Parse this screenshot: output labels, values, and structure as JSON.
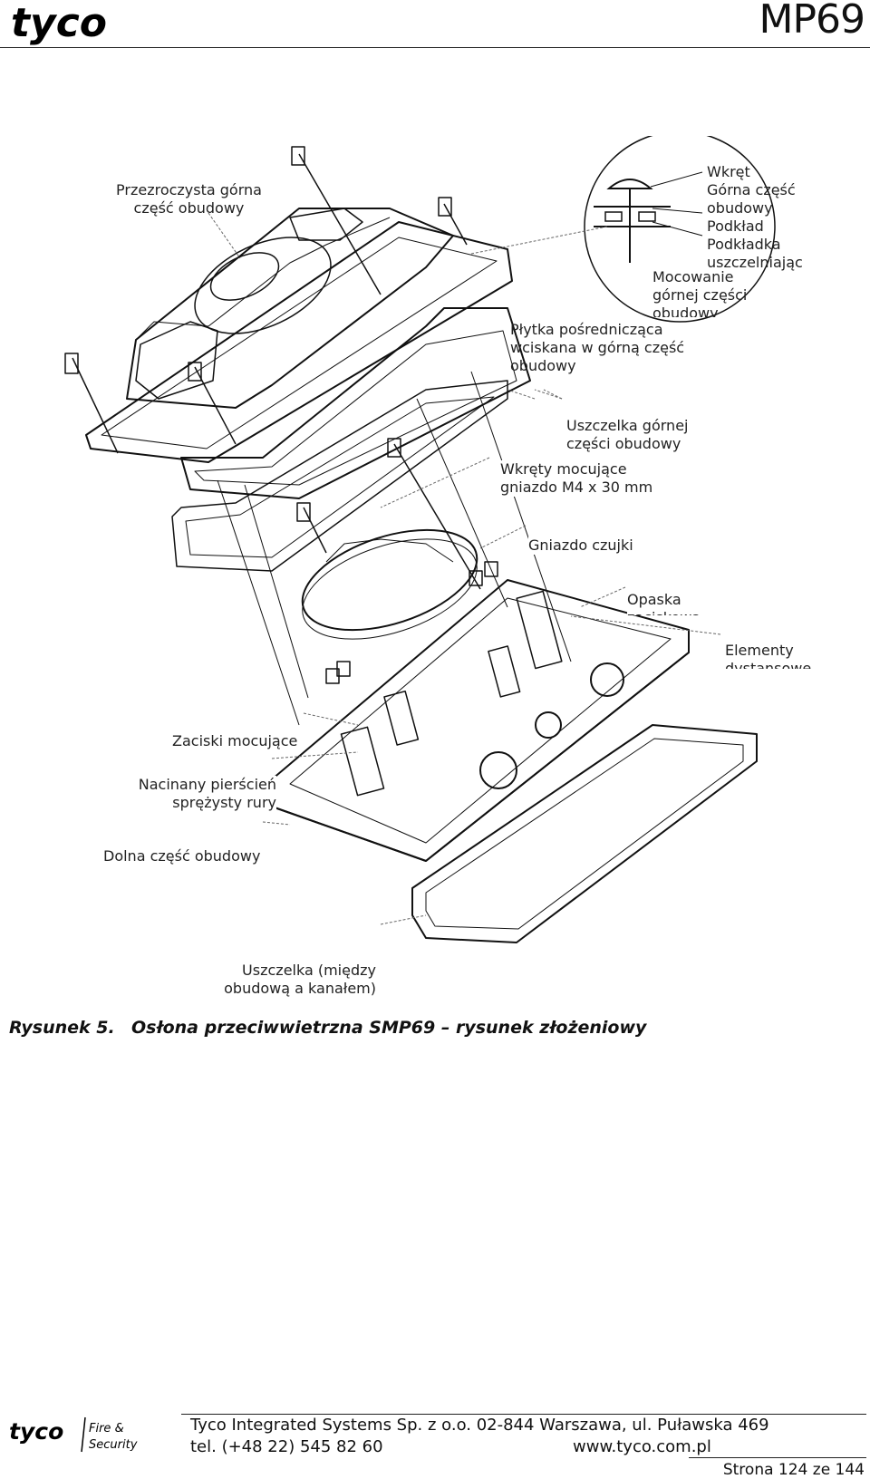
{
  "header": {
    "brand": "tyco",
    "doc_title": "MP69"
  },
  "labels": {
    "transparent_top": [
      "Przezroczysta górna",
      "część obudowy"
    ],
    "screw": "Wkręt",
    "top_cover": [
      "Górna część",
      "obudowy"
    ],
    "washer": "Podkład",
    "sealing_washer": [
      "Podkładka",
      "uszczelniając"
    ],
    "mounting": [
      "Mocowanie",
      "górnej części",
      "obudowy"
    ],
    "adapter_plate": [
      "Płytka pośrednicząca",
      "wciskana w górną część",
      "obudowy"
    ],
    "top_gasket": [
      "Uszczelka górnej",
      "części obudowy"
    ],
    "base_screws": [
      "Wkręty mocujące",
      "gniazdo M4 x 30 mm"
    ],
    "base": "Gniazdo czujki",
    "clamp": [
      "Opaska",
      "zaciskowa"
    ],
    "spacers": [
      "Elementy",
      "dystansowe"
    ],
    "terminals": "Zaciski mocujące",
    "ring": [
      "Nacinany pierścień",
      "sprężysty rury"
    ],
    "bottom": "Dolna część obudowy",
    "duct_gasket": [
      "Uszczelka (między",
      "obudową a kanałem)"
    ]
  },
  "caption": {
    "number": "Rysunek 5.",
    "text": "Osłona przeciwwietrzna SMP69 – rysunek złożeniowy"
  },
  "footer": {
    "brand": "tyco",
    "tagline": [
      "Fire &",
      "Security"
    ],
    "company": "Tyco Integrated Systems Sp. z o.o. 02-844 Warszawa, ul. Puławska 469",
    "phone": "tel. (+48 22) 545 82 60",
    "website": "www.tyco.com.pl",
    "page": "Strona 124 ze 144"
  }
}
